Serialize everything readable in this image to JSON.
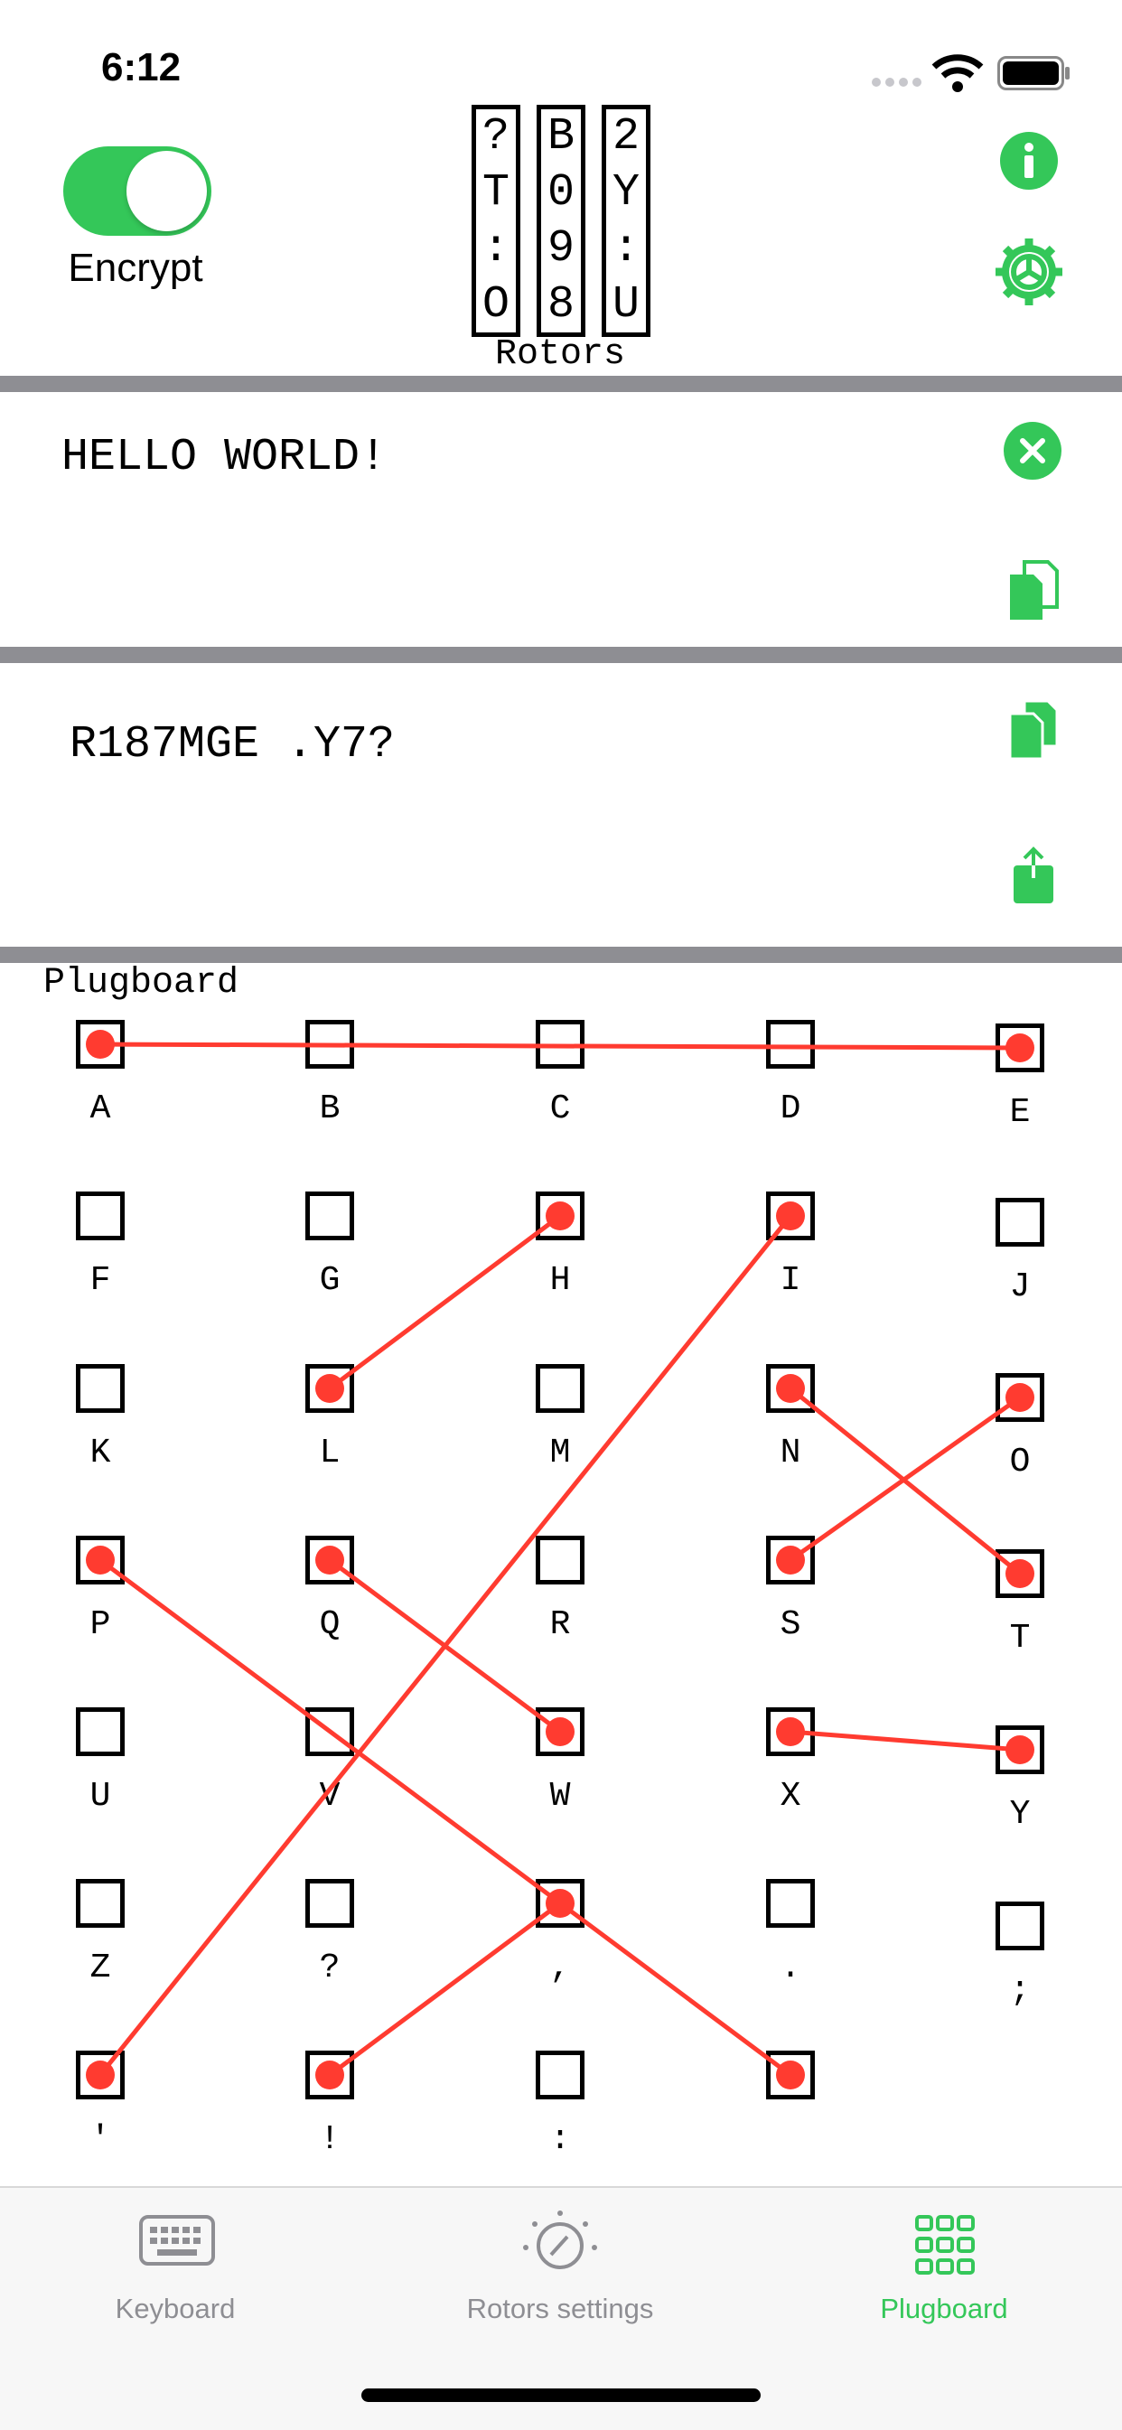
{
  "status": {
    "time": "6:12"
  },
  "header": {
    "toggle_label": "Encrypt",
    "toggle_on": true,
    "rotors": [
      [
        "?",
        "T",
        ":",
        "O"
      ],
      [
        "B",
        "0",
        "9",
        "8"
      ],
      [
        "2",
        "Y",
        ":",
        "U"
      ]
    ],
    "rotors_label": "Rotors",
    "info_icon": "info-icon",
    "settings_icon": "gear-icon"
  },
  "input": {
    "text": "HELLO WORLD!",
    "clear_icon": "clear-icon",
    "paste_icon": "paste-icon"
  },
  "output": {
    "text": "R187MGE .Y7?",
    "copy_icon": "copy-icon",
    "share_icon": "share-icon"
  },
  "plugboard": {
    "title": "Plugboard",
    "keys": [
      "A",
      "B",
      "C",
      "D",
      "E",
      "F",
      "G",
      "H",
      "I",
      "J",
      "K",
      "L",
      "M",
      "N",
      "O",
      "P",
      "Q",
      "R",
      "S",
      "T",
      "U",
      "V",
      "W",
      "X",
      "Y",
      "Z",
      "?",
      ",",
      ".",
      ";",
      "'",
      "!",
      ":",
      " "
    ],
    "connections": [
      [
        "A",
        "E"
      ],
      [
        "H",
        "L"
      ],
      [
        "I",
        "'"
      ],
      [
        "N",
        "T"
      ],
      [
        "O",
        "S"
      ],
      [
        "P",
        " "
      ],
      [
        "Q",
        "W"
      ],
      [
        "X",
        "Y"
      ],
      [
        ",",
        "!"
      ]
    ],
    "wire_color": "#ff3b30"
  },
  "tabs": [
    {
      "label": "Keyboard",
      "icon": "keyboard-icon",
      "active": false
    },
    {
      "label": "Rotors settings",
      "icon": "dial-icon",
      "active": false
    },
    {
      "label": "Plugboard",
      "icon": "grid-icon",
      "active": true
    }
  ],
  "colors": {
    "accent": "#34c759",
    "inactive": "#8e8e93"
  }
}
